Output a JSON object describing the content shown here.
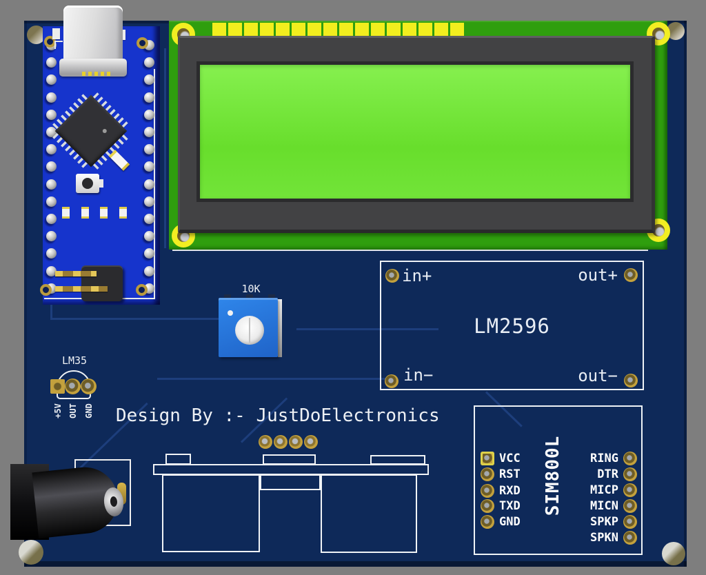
{
  "board": {
    "design_credit": "Design By :- JustDoElectronics",
    "color": "#0e2959",
    "background_color": "#7e7e7e"
  },
  "potentiometer": {
    "value_label": "10K"
  },
  "lm2596": {
    "title": "LM2596",
    "in_plus": "in+",
    "out_plus": "out+",
    "in_minus": "in−",
    "out_minus": "out−"
  },
  "lm35": {
    "title": "LM35",
    "pins": [
      "+5V",
      "OUT",
      "GND"
    ]
  },
  "sim800l": {
    "title": "SIM800L",
    "left_pins": [
      "VCC",
      "RST",
      "RXD",
      "TXD",
      "GND"
    ],
    "right_pins": [
      "RING",
      "DTR",
      "MICP",
      "MICN",
      "SPKP",
      "SPKN"
    ]
  },
  "colors": {
    "silkscreen": "#ffffff",
    "nano_blue": "#1634cc",
    "lcd_pcb_green": "#2f9e0e",
    "lcd_screen_green": "#74e734",
    "pad_gold": "#c3a13d",
    "pad_yellow": "#f2ee1e"
  }
}
